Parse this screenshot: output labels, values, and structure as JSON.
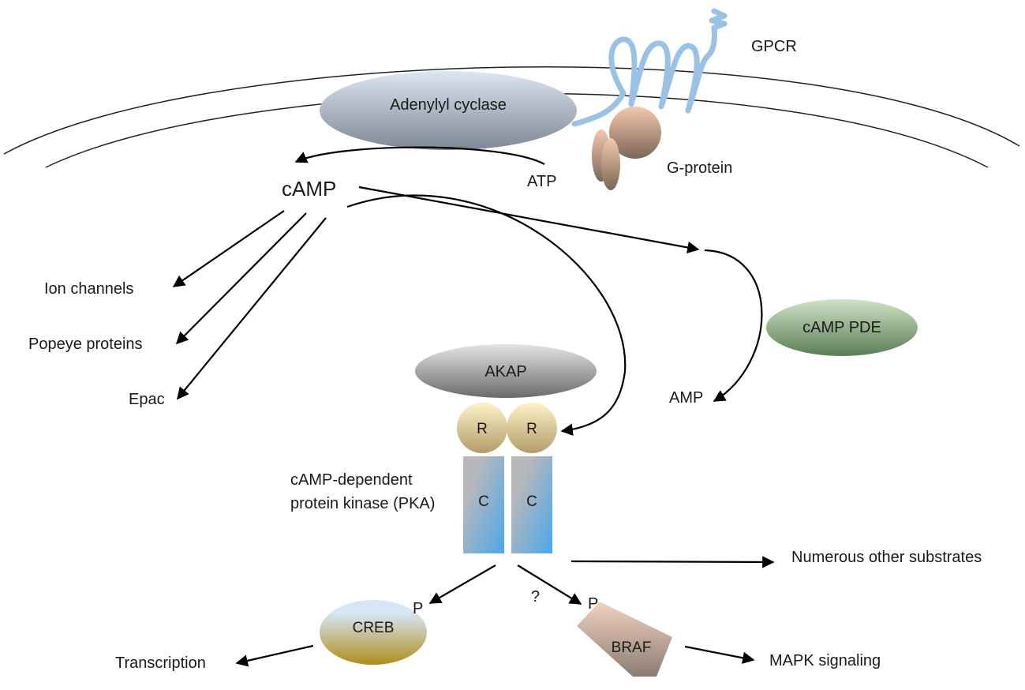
{
  "labels": {
    "gpcr": "GPCR",
    "adenylyl_cyclase": "Adenylyl cyclase",
    "g_protein": "G-protein",
    "atp": "ATP",
    "camp": "cAMP",
    "ion_channels": "Ion channels",
    "popeye_proteins": "Popeye proteins",
    "epac": "Epac",
    "camp_pde": "cAMP PDE",
    "amp": "AMP",
    "akap": "AKAP",
    "r_left": "R",
    "r_right": "R",
    "c_left": "C",
    "c_right": "C",
    "pka_line1": "cAMP-dependent",
    "pka_line2": "protein kinase (PKA)",
    "numerous_substrates": "Numerous other substrates",
    "p_creb": "P",
    "creb": "CREB",
    "question_mark": "?",
    "p_braf": "P",
    "braf": "BRAF",
    "transcription": "Transcription",
    "mapk_signaling": "MAPK signaling"
  },
  "colors": {
    "adenylyl_cyclase": [
      "#dde7f3",
      "#7d8796"
    ],
    "g_protein": [
      "#f4c8ac",
      "#7a6657"
    ],
    "gpcr": "#9bc1e4",
    "camp_pde": [
      "#cfe3c6",
      "#5a7d55"
    ],
    "akap": [
      "#e4e4e4",
      "#6a6a6a"
    ],
    "r_subunit": [
      "#fdf3c8",
      "#b39d6a"
    ],
    "c_subunit": [
      "#b6b8bb",
      "#4aa8ec"
    ],
    "creb": [
      "#d6e6f4",
      "#b08d1c"
    ],
    "braf": [
      "#f4d2c0",
      "#8a7c73"
    ]
  }
}
